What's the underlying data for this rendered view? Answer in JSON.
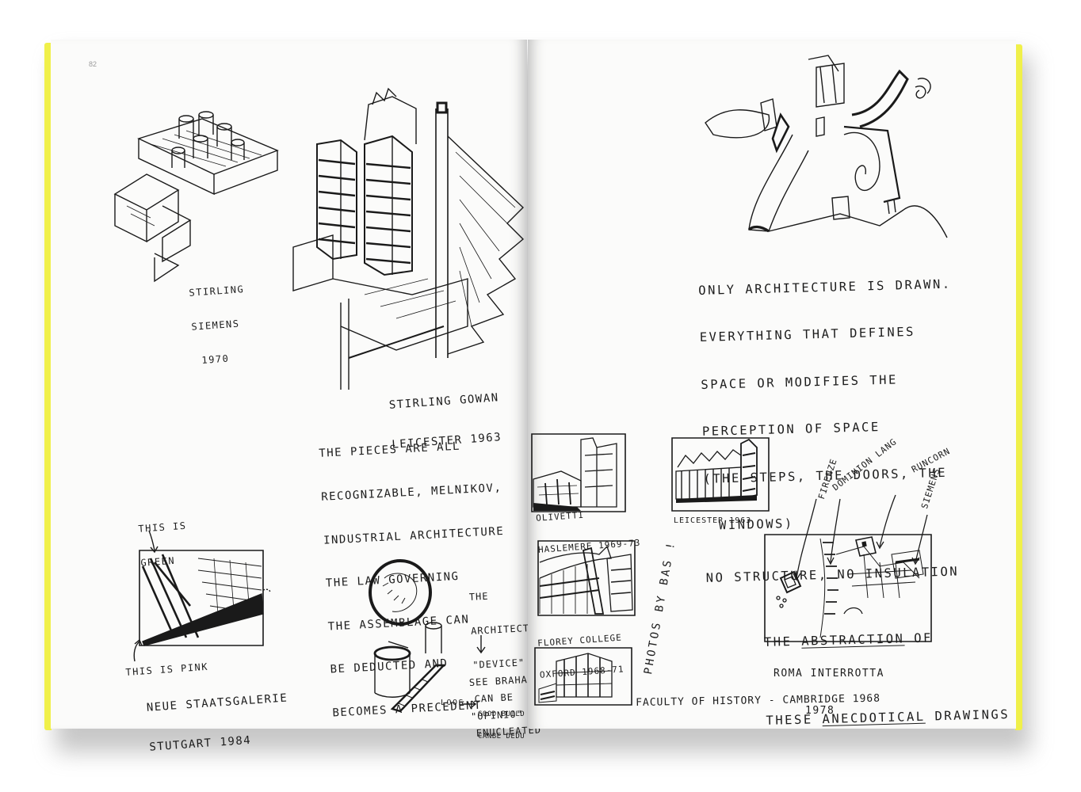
{
  "page_number": "82",
  "left_page": {
    "siemens_caption": [
      "STIRLING",
      "SIEMENS",
      "1970"
    ],
    "leicester_caption": [
      "STIRLING GOWAN",
      "LEICESTER 1963"
    ],
    "pieces_text": [
      "THE PIECES ARE ALL",
      "RECOGNIZABLE, MELNIKOV,",
      "INDUSTRIAL ARCHITECTURE",
      "THE LAW GOVERNING",
      "THE ASSEMBLAGE CAN",
      "BE DEDUCTED AND",
      "BECOMES A PRECEDENT"
    ],
    "green_note": [
      "THIS IS",
      "GREEN"
    ],
    "pink_note": "THIS IS PINK",
    "staatsgalerie_caption": [
      "NEUE STAATSGALERIE",
      "STUTGART 1984"
    ],
    "device_text": [
      "THE",
      "ARCHITECTURAL",
      "\"DEVICE\"",
      "CAN BE",
      "ENUCLEATED"
    ],
    "see_brahams": [
      "SEE BRAHAMS",
      "\"OPINIO\""
    ],
    "loos_note": "LOOS",
    "good_building_note": [
      "GOOD BUILD",
      "CANBE DEDU"
    ]
  },
  "right_page": {
    "statement": [
      "ONLY ARCHITECTURE IS DRAWN.",
      "EVERYTHING THAT DEFINES",
      "SPACE OR MODIFIES THE",
      "PERCEPTION OF SPACE",
      "(THE STEPS, THE DOORS, THE",
      "WINDOWS)"
    ],
    "no_structure": "NO STRUCTURE, NO INSULATION",
    "abstraction_line": {
      "pre": "THE ",
      "underlined": "ABSTRACTION",
      "post": " OF"
    },
    "anecdotical_line": {
      "pre": "THESE ",
      "underlined": "ANECDOTICAL",
      "post": " DRAWINGS"
    },
    "olivetti_caption": [
      "OLIVETTI",
      "HASLEMERE 1969-73"
    ],
    "leicester_small": "LEICESTER 1963",
    "florey_caption": [
      "FLOREY COLLEGE",
      "OXFORD 1968-71"
    ],
    "photos_note": "PHOTOS BY BAS !",
    "faculty_caption": "FACULTY OF HISTORY - CAMBRIDGE 1968",
    "roma_caption": [
      "ROMA INTERROTTA",
      "1978"
    ],
    "map_labels": [
      "FIRENZE",
      "DOMINION LANG",
      "RUNCORN",
      "SIEMENS"
    ]
  }
}
